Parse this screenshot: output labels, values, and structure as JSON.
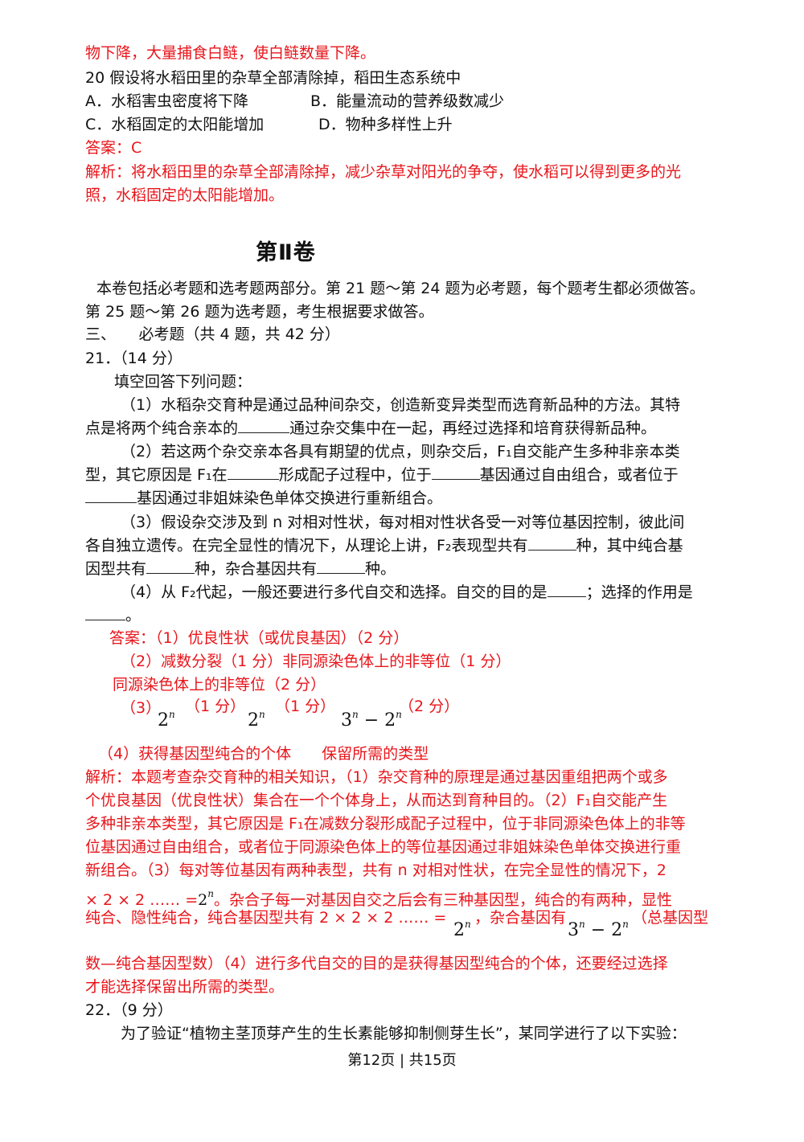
{
  "q_prev": {
    "tail": "物下降，大量捕食白鲢，使白鲢数量下降。"
  },
  "q20": {
    "stem": "20 假设将水稻田里的杂草全部清除掉，稻田生态系统中",
    "opt_a": "A．水稻害虫密度将下降",
    "opt_b": "B．能量流动的营养级数减少",
    "opt_c": "C．水稻固定的太阳能增加",
    "opt_d": "D．物种多样性上升",
    "answer": "答案：C",
    "analysis_1": "解析：将水稻田里的杂草全部清除掉，减少杂草对阳光的争夺，使水稻可以得到更多的光",
    "analysis_2": "照，水稻固定的太阳能增加。"
  },
  "part2": {
    "heading": "第Ⅱ卷",
    "intro_1": "本卷包括必考题和选考题两部分。第 21 题～第 24 题为必考题，每个题考生都必须做答。",
    "intro_2": "第 25 题～第 26 题为选考题，考生根据要求做答。",
    "section": "三、　　必考题（共 4 题，共 42 分）"
  },
  "q21": {
    "num": "21．（14 分）",
    "lead": "填空回答下列问题：",
    "p1_a": "（1）水稻杂交育种是通过品种间杂交，创造新变异类型而选育新品种的方法。其特",
    "p1_b_pre": "点是将两个纯合亲本的",
    "p1_b_post": "通过杂交集中在一起，再经过选择和培育获得新品种。",
    "p2_a": "（2）若这两个杂交亲本各具有期望的优点，则杂交后，F₁自交能产生多种非亲本类",
    "p2_b_pre": "型，其它原因是 F₁在",
    "p2_b_mid": "形成配子过程中，位于",
    "p2_b_post": "基因通过自由组合，或者位于",
    "p2_c_post": "基因通过非姐妹染色单体交换进行重新组合。",
    "p3_a": "（3）假设杂交涉及到 n 对相对性状，每对相对性状各受一对等位基因控制，彼此间",
    "p3_b_pre": "各自独立遗传。在完全显性的情况下，从理论上讲，F₂表现型共有",
    "p3_b_post": "种，其中纯合基",
    "p3_c_pre": "因型共有",
    "p3_c_mid": "种，杂合基因共有",
    "p3_c_post": "种。",
    "p4_a_pre": "（4）从 F₂代起，一般还要进行多代自交和选择。自交的目的是",
    "p4_a_post": "；选择的作用是",
    "p4_b_post": "。",
    "ans_1": "答案：（1）优良性状（或优良基因）（2 分）",
    "ans_2": "（2）减数分裂（1 分）非同源染色体上的非等位（1 分）",
    "ans_3": "同源染色体上的非等位（2 分）",
    "ans_4_label": "（3）",
    "ans_4_s1": "（1 分）",
    "ans_4_s2": "（1 分）",
    "ans_4_s3": "（2 分）",
    "ans_5": "（4）获得基因型纯合的个体　　保留所需的类型",
    "math_2": "2",
    "math_3": "3",
    "math_minus": " − 2",
    "math_n": "n",
    "an_1": "解析：本题考查杂交育种的相关知识，（1）杂交育种的原理是通过基因重组把两个或多",
    "an_2": "个优良基因（优良性状）集合在一个个体身上，从而达到育种目的。（2）F₁自交能产生",
    "an_3": "多种非亲本类型，其它原因是 F₁在减数分裂形成配子过程中，位于非同源染色体上的非等",
    "an_4": "位基因通过自由组合，或者位于同源染色体上的等位基因通过非姐妹染色单体交换进行重",
    "an_5": "新组合。（3）每对等位基因有两种表型，共有 n 对相对性状，在完全显性的情况下，2",
    "an_6_pre": "× 2 × 2 …… =",
    "an_6_post": "。杂合子每一对基因自交之后会有三种基因型，纯合的有两种，显性",
    "an_7_pre": "纯合、隐性纯合，纯合基因型共有 2 × 2 × 2 …… =",
    "an_7_mid": "，杂合基因有",
    "an_7_post": "（总基因型",
    "an_8": "数—纯合基因型数）（4）进行多代自交的目的是获得基因型纯合的个体，还要经过选择",
    "an_9": "才能选择保留出所需的类型。"
  },
  "q22": {
    "num": "22．（9 分）",
    "stem": "为了验证“植物主茎顶芽产生的生长素能够抑制侧芽生长”，某同学进行了以下实验："
  },
  "footer": {
    "page": "第12页 | 共15页"
  }
}
